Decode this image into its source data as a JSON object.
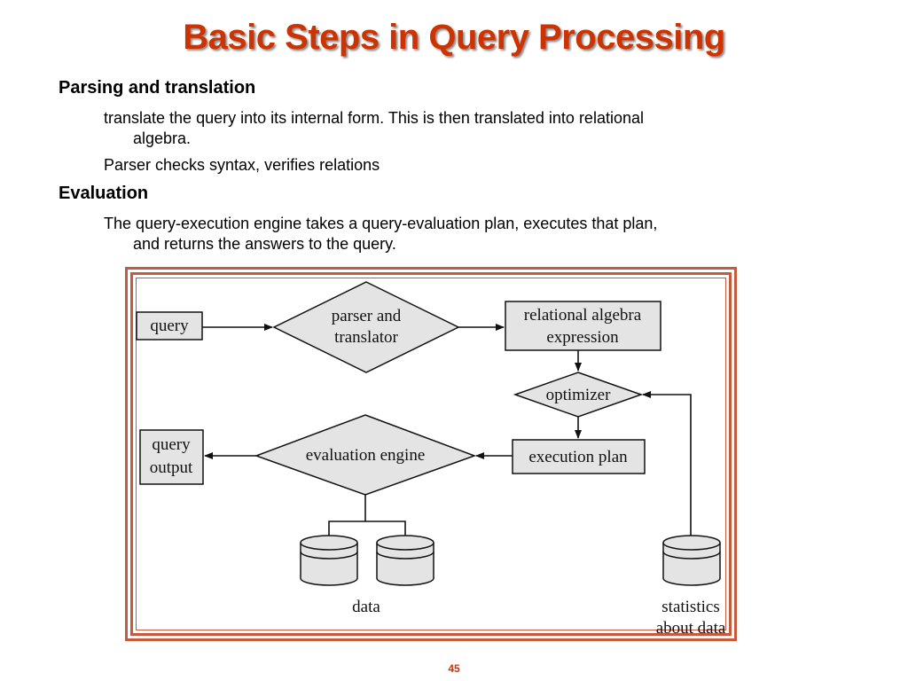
{
  "title": "Basic Steps in Query Processing",
  "sections": [
    {
      "heading": "Parsing and translation",
      "items": [
        {
          "line1": "translate the query into its internal form.  This is then translated into relational",
          "line2": "algebra."
        },
        {
          "line1": "Parser checks syntax, verifies relations",
          "line2": ""
        }
      ]
    },
    {
      "heading": "Evaluation",
      "items": [
        {
          "line1": "The query-execution engine takes a query-evaluation plan, executes that plan,",
          "line2": "and returns the answers to the query."
        }
      ]
    }
  ],
  "diagram": {
    "query": "query",
    "parser_line1": "parser and",
    "parser_line2": "translator",
    "relational_line1": "relational algebra",
    "relational_line2": "expression",
    "optimizer": "optimizer",
    "execution_plan": "execution plan",
    "evaluation_engine": "evaluation engine",
    "output_line1": "query",
    "output_line2": "output",
    "data": "data",
    "statistics_line1": "statistics",
    "statistics_line2": "about data"
  },
  "page_number": "45",
  "colors": {
    "title": "#cc3300",
    "frame": "#c55a3c",
    "box_fill": "#e4e4e4"
  }
}
